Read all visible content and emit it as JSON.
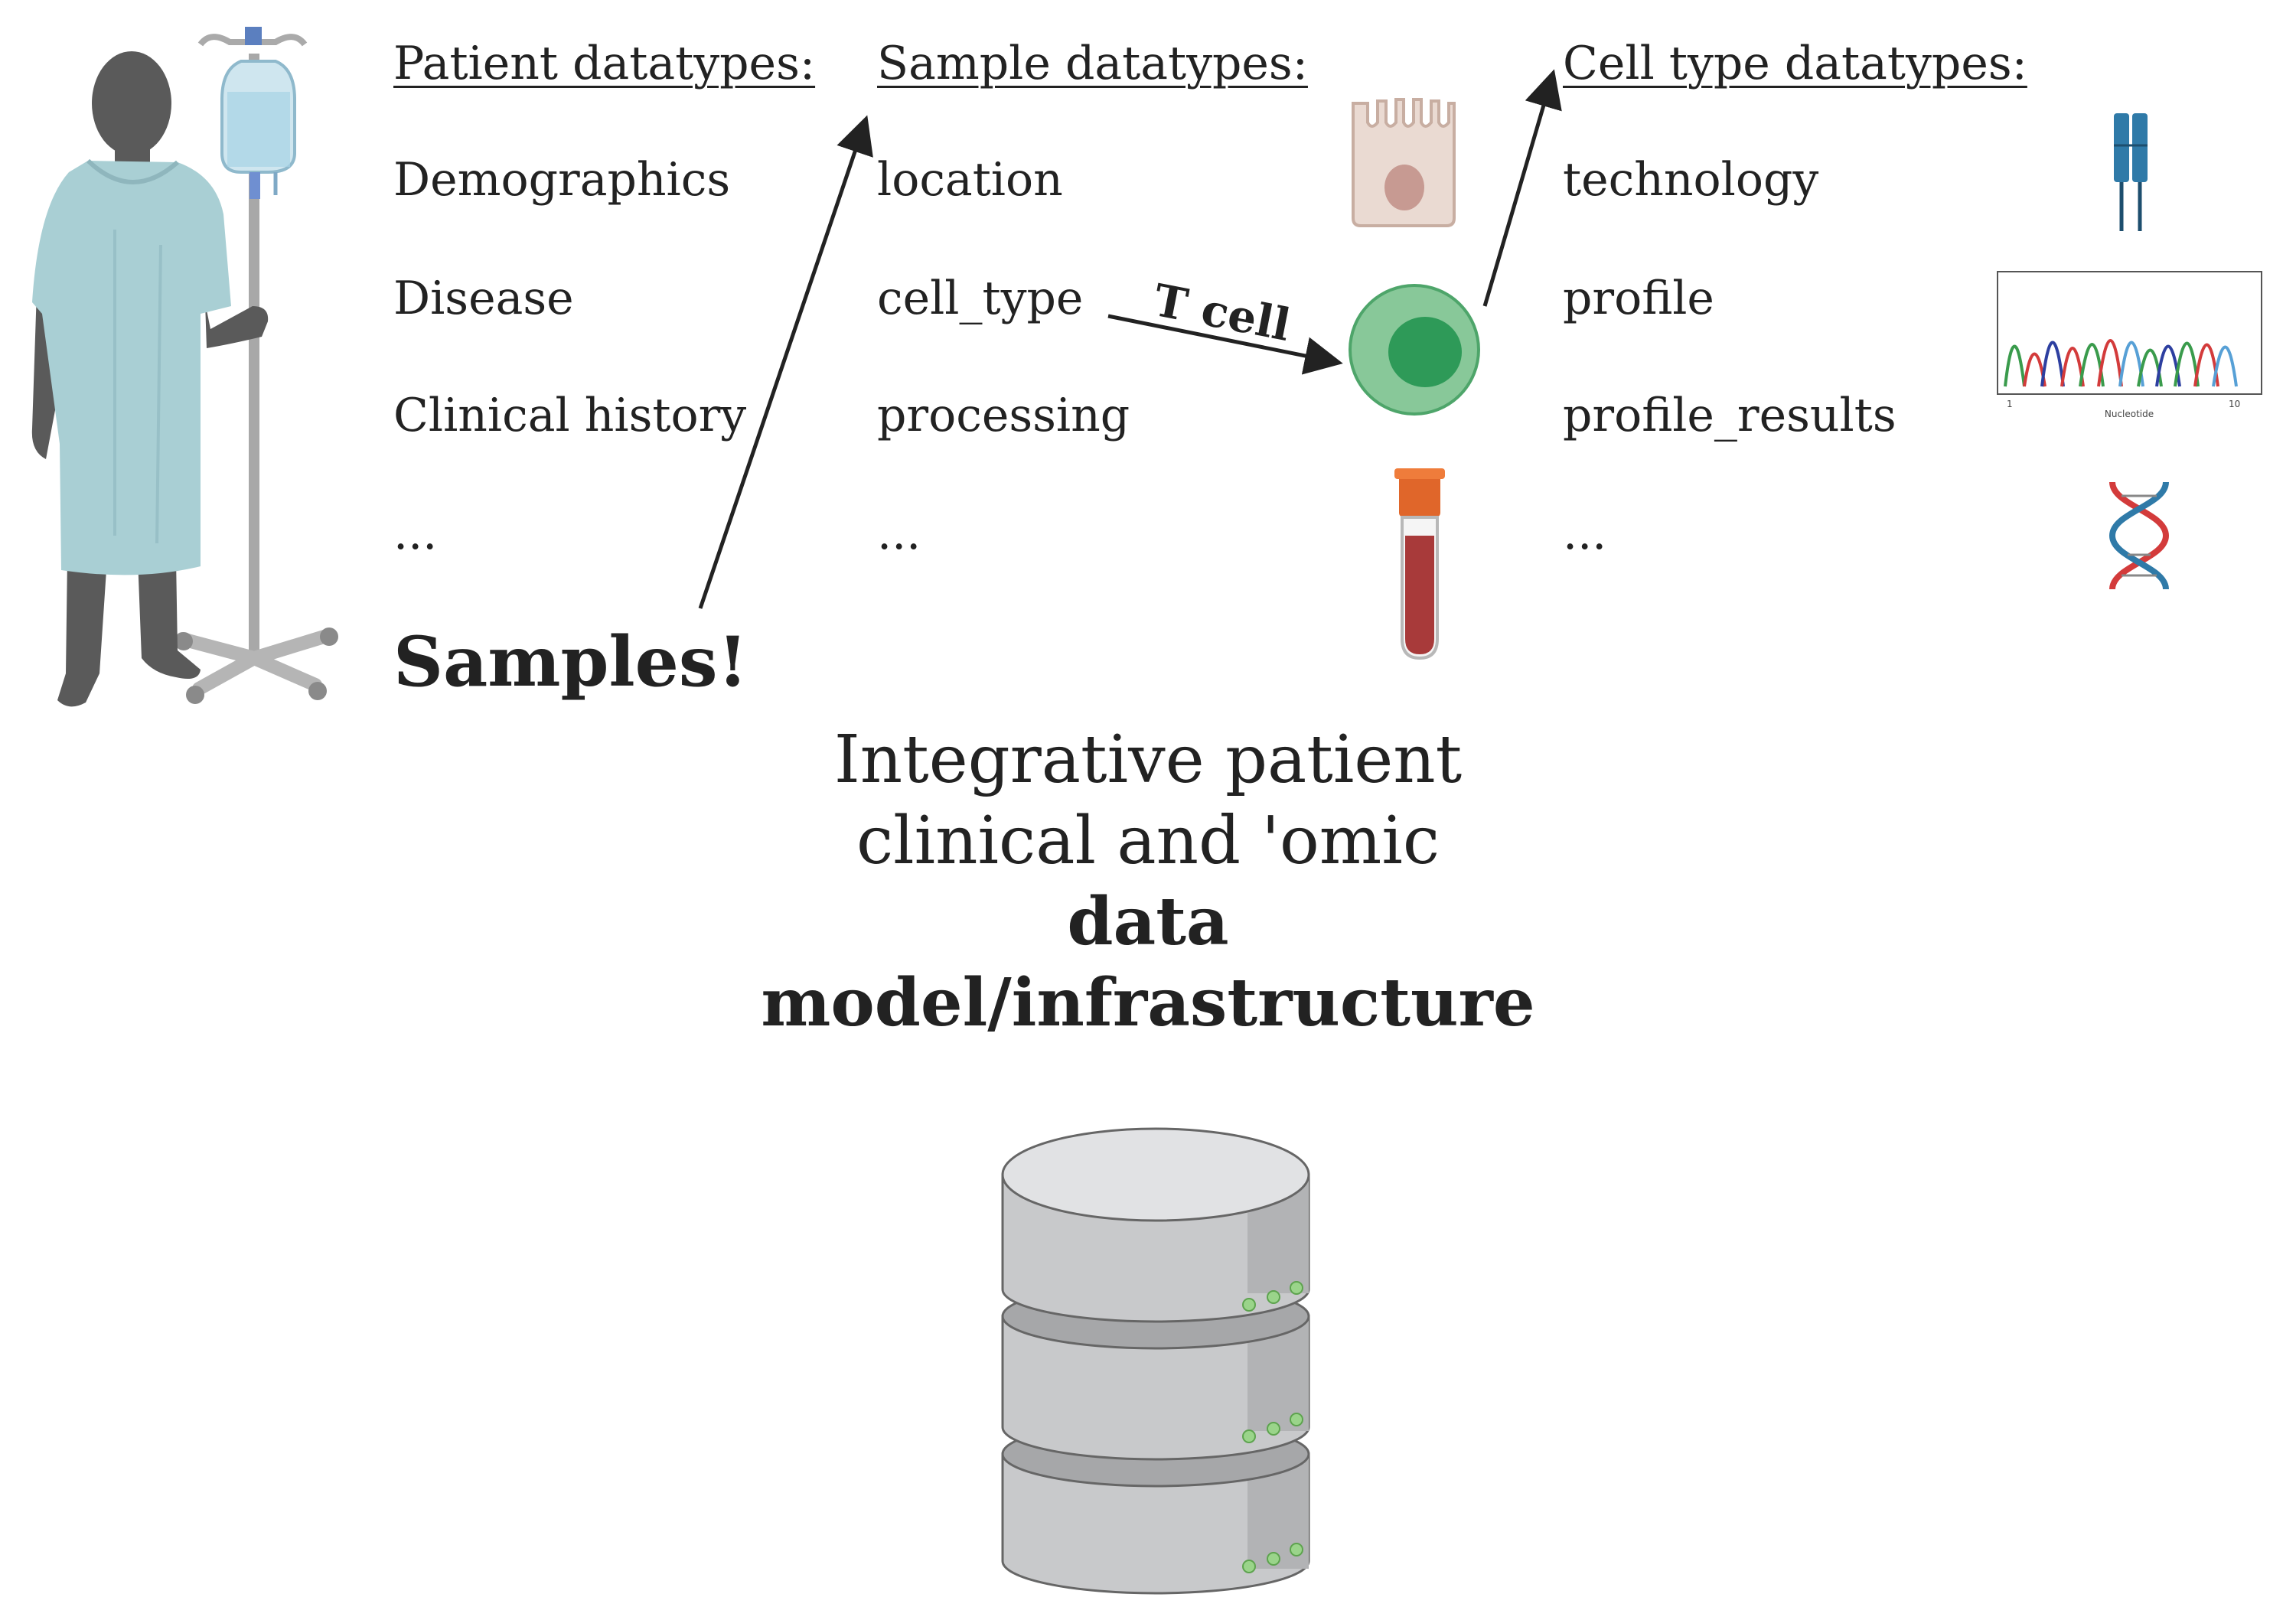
{
  "patient": {
    "header": "Patient datatypes:",
    "items": [
      "Demographics",
      "Disease",
      "Clinical history",
      "..."
    ],
    "samples_label": "Samples!"
  },
  "sample": {
    "header": "Sample datatypes:",
    "items": [
      "location",
      "cell_type",
      "processing",
      "..."
    ],
    "arrow_label": "T cell"
  },
  "celltype": {
    "header": "Cell type datatypes:",
    "items": [
      "technology",
      "profile",
      "profile_results",
      "..."
    ],
    "chromatogram_axis": {
      "start": "1",
      "end": "10",
      "label": "Nucleotide"
    }
  },
  "caption": {
    "line1": "Integrative patient",
    "line2": "clinical and 'omic",
    "line3": "data",
    "line4": "model/infrastructure"
  },
  "colors": {
    "gown": "#a9cfd4",
    "silhouette": "#5a5a5a",
    "tcell_outer": "#88c899",
    "tcell_inner": "#2e9a58",
    "blood": "#a83a3a",
    "tube_cap": "#e0662a",
    "database": "#c8c9cb",
    "led": "#9ad48a"
  }
}
